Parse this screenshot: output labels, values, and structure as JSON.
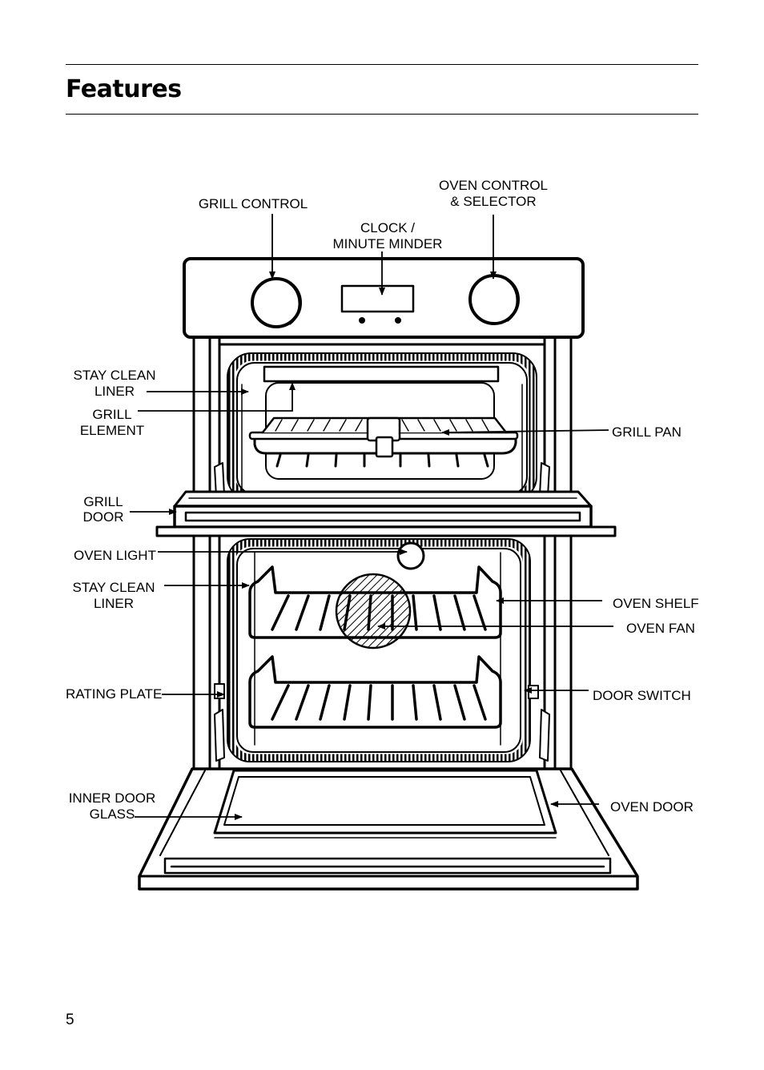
{
  "page": {
    "title": "Features",
    "number": "5"
  },
  "labels": {
    "grill_control": "GRILL CONTROL",
    "oven_control": [
      "OVEN CONTROL",
      "& SELECTOR"
    ],
    "clock": [
      "CLOCK /",
      "MINUTE MINDER"
    ],
    "stay_clean_liner_top": [
      "STAY CLEAN",
      "LINER"
    ],
    "grill_element": [
      "GRILL",
      "ELEMENT"
    ],
    "grill_pan": "GRILL PAN",
    "grill_door": [
      "GRILL",
      "DOOR"
    ],
    "oven_light": "OVEN LIGHT",
    "stay_clean_liner_bottom": [
      "STAY CLEAN",
      "LINER"
    ],
    "oven_shelf": "OVEN SHELF",
    "oven_fan": "OVEN FAN",
    "rating_plate": "RATING PLATE",
    "door_switch": "DOOR SWITCH",
    "inner_door_glass": [
      "INNER DOOR",
      "GLASS"
    ],
    "oven_door": "OVEN DOOR"
  }
}
